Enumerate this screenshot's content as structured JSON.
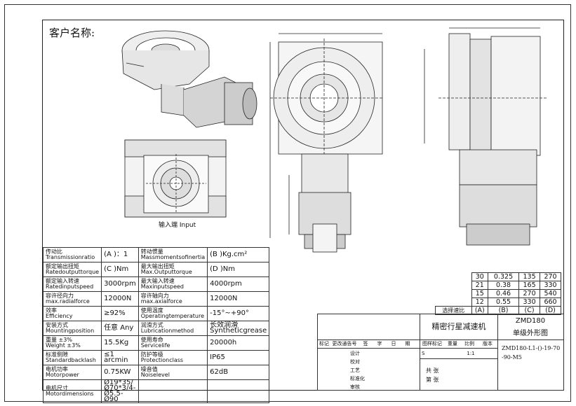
{
  "customer_label": "客户名称:",
  "input_label": "输入端 Input",
  "spec": [
    {
      "cn1": "传动比",
      "en1": "Transmissionratio",
      "val1": "(A )：1",
      "cn2": "转动惯量",
      "en2": "Massmomentsofinertia",
      "val2": "(B )Kg.cm²"
    },
    {
      "cn1": "额定输出扭矩",
      "en1": "Ratedoutputtorque",
      "val1": "(C )Nm",
      "cn2": "最大输出扭矩",
      "en2": "Max.Outputtorque",
      "val2": "(D )Nm"
    },
    {
      "cn1": "额定输入转速",
      "en1": "Ratedinputspeed",
      "val1": "3000rpm",
      "cn2": "最大输入转速",
      "en2": "Maxinputspeed",
      "val2": "4000rpm"
    },
    {
      "cn1": "容许径向力",
      "en1": "max.radialforce",
      "val1": "12000N",
      "cn2": "容许轴向力",
      "en2": "max.axialforce",
      "val2": "12000N"
    },
    {
      "cn1": "效率",
      "en1": "Efficiency",
      "val1": "≥92%",
      "cn2": "使用温度",
      "en2": "Operatingtemperature",
      "val2": "-15°~+90°"
    },
    {
      "cn1": "安装方式",
      "en1": "Mountingposition",
      "val1": "任意 Any",
      "cn2": "润滑方式",
      "en2": "Lubricationmethod",
      "val2": "长效润滑 Syntheticgrease"
    },
    {
      "cn1": "重量 ±3%",
      "en1": "Weight ±3%",
      "val1": "15.5Kg",
      "cn2": "使用寿命",
      "en2": "Servicelife",
      "val2": "20000h"
    },
    {
      "cn1": "标准侧隙",
      "en1": "Standardbacklash",
      "val1": "≤1 arcmin",
      "cn2": "防护等级",
      "en2": "Protectionclass",
      "val2": "IP65"
    },
    {
      "cn1": "电机功率",
      "en1": "Motorpower",
      "val1": "0.75KW",
      "cn2": "噪音值",
      "en2": "Noiselevel",
      "val2": "62dB"
    },
    {
      "cn1": "电机尺寸",
      "en1": "Motordimensions",
      "val1": "Ø19*35/Ø70*3/4-Ø5.5-Ø90",
      "cn2": "",
      "en2": "",
      "val2": ""
    }
  ],
  "selection": {
    "rows": [
      [
        "30",
        "0.325",
        "135",
        "270"
      ],
      [
        "21",
        "0.38",
        "165",
        "330"
      ],
      [
        "15",
        "0.46",
        "270",
        "540"
      ],
      [
        "12",
        "0.55",
        "330",
        "660"
      ]
    ],
    "label": "选择速比",
    "cols": [
      "(A)",
      "(B)",
      "(C)",
      "(D)"
    ]
  },
  "title_block": {
    "product_cn": "精密行星减速机",
    "model": "ZMD180",
    "drawing_name": "单级外形图",
    "headers": [
      "标记",
      "更改通告号",
      "签",
      "字",
      "日",
      "期"
    ],
    "roles": [
      "设计",
      "校对",
      "工艺",
      "标准化",
      "审核"
    ],
    "stage_headers": [
      "图样标记",
      "重量",
      "比例",
      "版本"
    ],
    "stage_mark": "S",
    "scale": "1:1",
    "code": "ZMD180-L1-()-19-70-90-M5",
    "sheets_total": "共 张",
    "sheet_no": "第 张"
  }
}
